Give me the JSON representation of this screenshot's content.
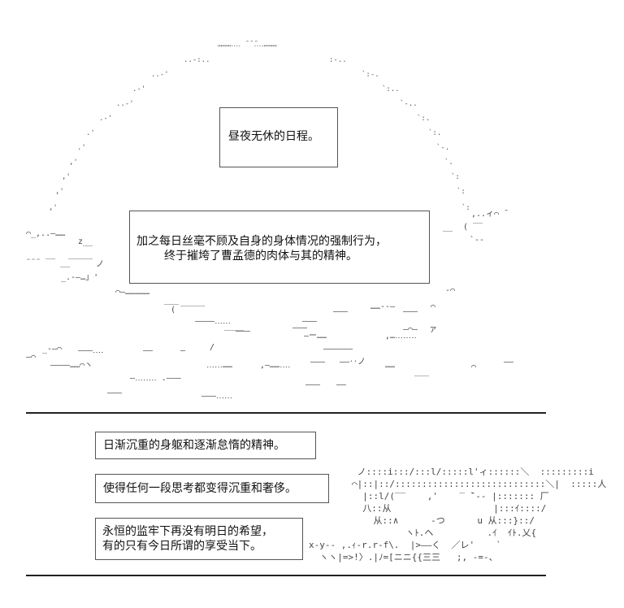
{
  "scene_captions": {
    "caption_1": "昼夜无休的日程。",
    "caption_2_line1": "加之每日丝毫不顾及自身的身体情况的强制行为，",
    "caption_2_line2": "终于摧垮了曹孟德的肉体与其的精神。"
  },
  "lower_captions": {
    "caption_3": "日渐沉重的身躯和逐渐怠惰的精神。",
    "caption_4": "使得任何一段思考都变得沉重和奢侈。",
    "caption_5_line1": "永恒的监牢下再没有明日的希望，",
    "caption_5_line2": "有的只有今日所谓的享受当下。"
  },
  "colors": {
    "ink": "#222222",
    "frame": "#555555",
    "background": "#ffffff"
  }
}
